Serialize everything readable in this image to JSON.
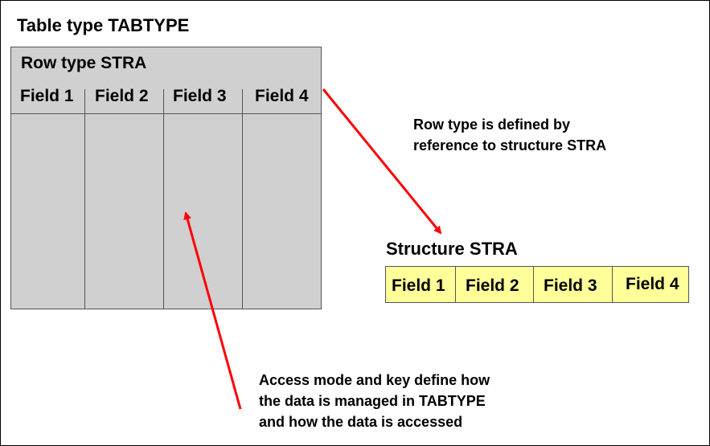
{
  "diagram": {
    "title": "Table type TABTYPE",
    "table": {
      "row_type_label": "Row type STRA",
      "columns": [
        "Field 1",
        "Field 2",
        "Field 3",
        "Field 4"
      ]
    },
    "structure": {
      "title": "Structure STRA",
      "fields": [
        "Field 1",
        "Field 2",
        "Field 3",
        "Field 4"
      ]
    },
    "notes": {
      "row_type": [
        "Row type is defined by",
        "reference to structure STRA"
      ],
      "access": [
        "Access mode and key define how",
        "the data is managed in TABTYPE",
        "and how the data is accessed"
      ]
    },
    "colors": {
      "table_fill": "#d0d0d0",
      "structure_fill": "#ffff99",
      "arrow": "#ff0000"
    }
  }
}
